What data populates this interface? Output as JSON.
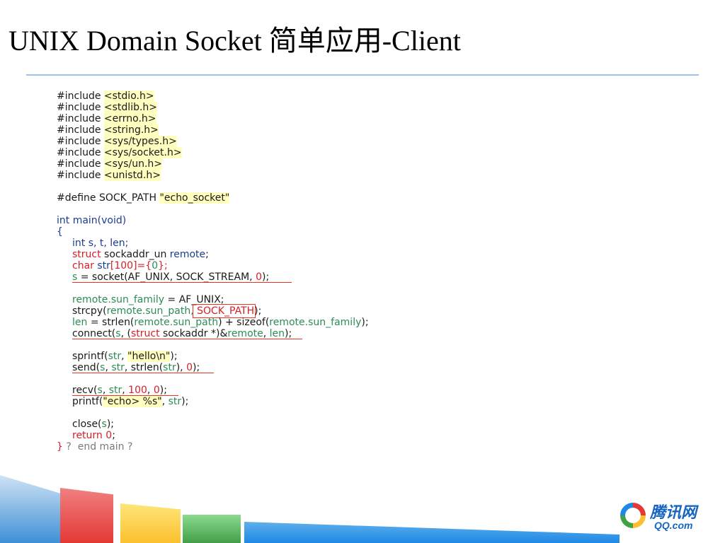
{
  "title": "UNIX Domain Socket 简单应用-Client",
  "code": {
    "includes": [
      {
        "kw": "#include ",
        "hdr": "<stdio.h>"
      },
      {
        "kw": "#include ",
        "hdr": "<stdlib.h>"
      },
      {
        "kw": "#include ",
        "hdr": "<errno.h>"
      },
      {
        "kw": "#include ",
        "hdr": "<string.h>"
      },
      {
        "kw": "#include ",
        "hdr": "<sys/types.h>"
      },
      {
        "kw": "#include ",
        "hdr": "<sys/socket.h>"
      },
      {
        "kw": "#include ",
        "hdr": "<sys/un.h>"
      },
      {
        "kw": "#include ",
        "hdr": "<unistd.h>"
      }
    ],
    "define": {
      "kw": "#define ",
      "name": "SOCK_PATH ",
      "value": "\"echo_socket\""
    },
    "main_sig": "int main(void)",
    "open_brace": "{",
    "decl1": "int s, t, len;",
    "decl2_kw": "struct",
    "decl2_rest": " sockaddr_un ",
    "decl2_var": "remote",
    "decl2_end": ";",
    "decl3_kw": "char",
    "decl3_a": " str",
    "decl3_b": "[100]={",
    "decl3_c": "0",
    "decl3_d": "};",
    "sock_a": "s",
    "sock_b": " = socket(AF_UNIX, SOCK_STREAM, ",
    "sock_c": "0",
    "sock_d": ");",
    "fam_a": "remote.sun_family",
    "fam_b": " = AF_UNIX;",
    "cpy_a": "strcpy(",
    "cpy_b": "remote.sun_path,",
    "cpy_c": " SOCK_PATH",
    "cpy_d": ");",
    "len_a": "len",
    "len_b": " = strlen(",
    "len_c": "remote.sun_path",
    "len_d": ") + sizeof(",
    "len_e": "remote.sun_family",
    "len_f": ");",
    "con_a": "connect(",
    "con_b": "s",
    "con_c": ", (",
    "con_d": "struct",
    "con_e": " sockaddr *)&",
    "con_f": "remote",
    "con_g": ", ",
    "con_h": "len",
    "con_i": ");",
    "spf_a": "sprintf(",
    "spf_b": "str",
    "spf_c": ", ",
    "spf_d": "\"hello\\n\"",
    "spf_e": ");",
    "snd_a": "send(",
    "snd_b": "s",
    "snd_c": ", ",
    "snd_d": "str",
    "snd_e": ", strlen(",
    "snd_f": "str",
    "snd_g": "), ",
    "snd_h": "0",
    "snd_i": ");",
    "rcv_a": "recv(",
    "rcv_b": "s",
    "rcv_c": ", ",
    "rcv_d": "str",
    "rcv_e": ", ",
    "rcv_f": "100",
    "rcv_g": ", ",
    "rcv_h": "0",
    "rcv_i": ");",
    "pf_a": "printf(",
    "pf_b": "\"echo> %s\"",
    "pf_c": ", ",
    "pf_d": "str",
    "pf_e": ");",
    "cls_a": "close(",
    "cls_b": "s",
    "cls_c": ");",
    "ret_kw": "return",
    "ret_sp": " ",
    "ret_val": "0",
    "ret_end": ";",
    "close_brace": "}",
    "close_comment": " ?  end main ?"
  },
  "logo": {
    "cn": "腾讯网",
    "en": "QQ.com"
  },
  "colors": {
    "accent_rule": "#9fc3e7",
    "keyword_red": "#d4202a",
    "var_green": "#2e8b57",
    "highlight_yellow": "#ffffc0"
  }
}
